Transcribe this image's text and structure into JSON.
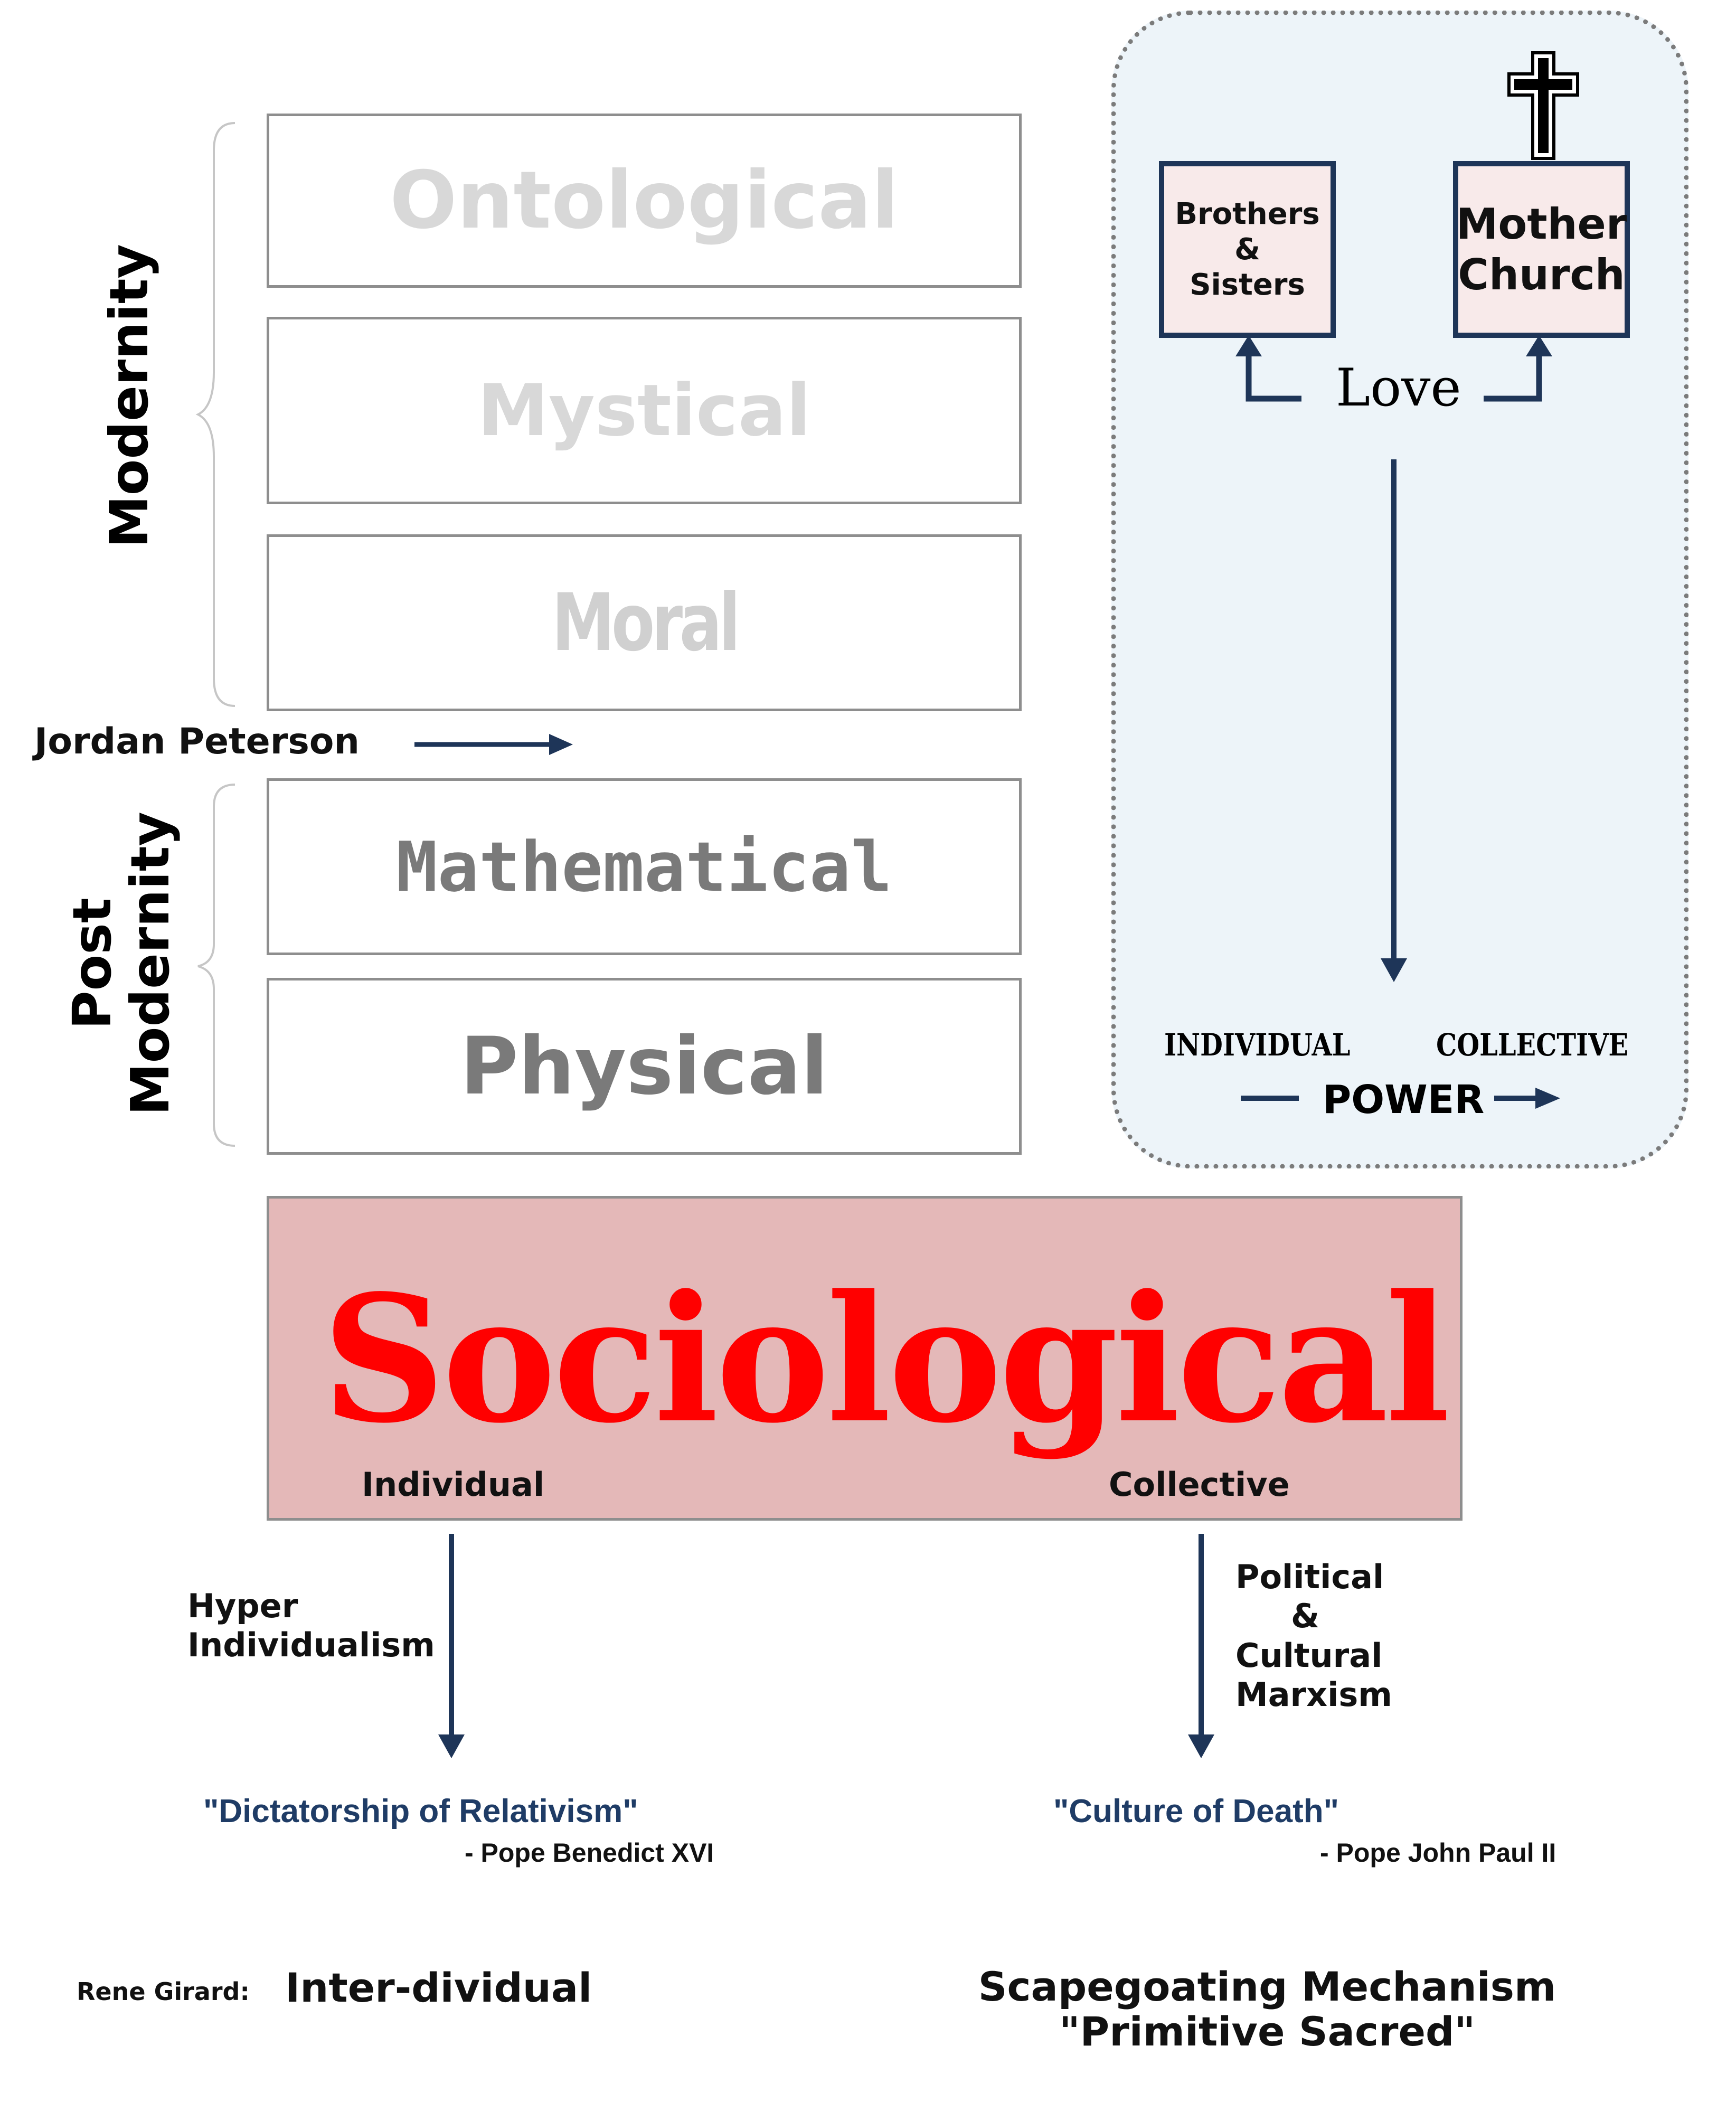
{
  "layers": {
    "ontological": "Ontological",
    "mystical": "Mystical",
    "moral": "Moral",
    "mathematical": "Mathematical",
    "physical": "Physical"
  },
  "eras": {
    "modernity": "Modernity",
    "post": "Post",
    "post_modernity": "Modernity"
  },
  "jordan": "Jordan Peterson",
  "church_panel": {
    "brothers": [
      "Brothers",
      "&",
      "Sisters"
    ],
    "mother_church": [
      "Mother",
      "Church"
    ],
    "love": "Love",
    "individual": "INDIVIDUAL",
    "collective": "COLLECTIVE",
    "power": "POWER",
    "cross_icon": "latin-cross-icon"
  },
  "sociological": {
    "title": "Sociological",
    "individual": "Individual",
    "collective": "Collective"
  },
  "left_branch": {
    "label": [
      "Hyper",
      "Individualism"
    ],
    "quote": "\"Dictatorship of Relativism\"",
    "attribution": "- Pope Benedict XVI"
  },
  "right_branch": {
    "label": [
      "Political",
      "&",
      "Cultural",
      "Marxism"
    ],
    "quote": "\"Culture of Death\"",
    "attribution": "- Pope John Paul II"
  },
  "footer": {
    "girard": "Rene Girard:",
    "interdividual": "Inter-dividual",
    "scapegoating": "Scapegoating Mechanism",
    "primitive": "\"Primitive Sacred\""
  },
  "colors": {
    "navy": "#1e3558",
    "pink_box": "#e4b8b8",
    "red_text": "#ff0000",
    "panel_bg": "#edf4f9"
  }
}
